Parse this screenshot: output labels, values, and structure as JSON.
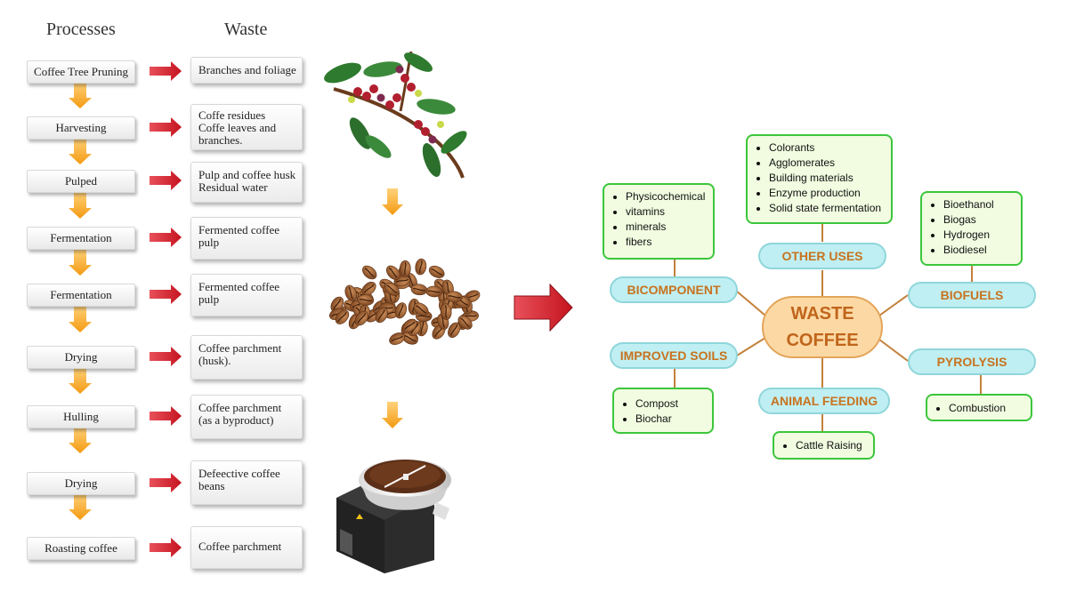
{
  "headers": {
    "processes": "Processes",
    "waste": "Waste"
  },
  "processes": [
    "Coffee Tree Pruning",
    "Harvesting",
    "Pulped",
    "Fermentation",
    "Fermentation",
    "Drying",
    "Hulling",
    "Drying",
    "Roasting coffee"
  ],
  "wastes": [
    [
      "Branches and foliage"
    ],
    [
      "Coffe residues",
      "Coffe leaves and",
      "branches."
    ],
    [
      "Pulp and coffee husk",
      "Residual water"
    ],
    [
      "Fermented coffee",
      "pulp"
    ],
    [
      "Fermented coffee",
      "pulp"
    ],
    [
      "Coffee parchment",
      "(husk)."
    ],
    [
      "Coffee parchment",
      "(as a byproduct)"
    ],
    [
      "Defeective coffee",
      "beans"
    ],
    [
      "Coffee parchment"
    ]
  ],
  "mindmap": {
    "center": [
      "WASTE",
      "COFFEE"
    ],
    "branches": {
      "bicomponent": {
        "label": "BICOMPONENT",
        "items": [
          "Physicochemical",
          "vitamins",
          "minerals",
          "fibers"
        ]
      },
      "other_uses": {
        "label": "OTHER USES",
        "items": [
          "Colorants",
          "Agglomerates",
          "Building materials",
          "Enzyme production",
          "Solid state fermentation"
        ]
      },
      "biofuels": {
        "label": "BIOFUELS",
        "items": [
          "Bioethanol",
          "Biogas",
          "Hydrogen",
          "Biodiesel"
        ]
      },
      "improved_soils": {
        "label": "IMPROVED SOILS",
        "items": [
          "Compost",
          "Biochar"
        ]
      },
      "animal_feeding": {
        "label": "ANIMAL FEEDING",
        "items": [
          "Cattle Raising"
        ]
      },
      "pyrolysis": {
        "label": "PYROLYSIS",
        "items": [
          "Combustion"
        ]
      }
    }
  },
  "colors": {
    "flow_arrow": "#f6a51d",
    "red_arrow": "#d9232e",
    "node_fill": "#bfeff2",
    "node_text": "#c8731f",
    "box_border": "#3cc63c",
    "center_fill": "#fcd9a4",
    "connector": "#c4803a"
  },
  "illustrations": [
    "coffee-branch-illustration",
    "coffee-beans-illustration",
    "coffee-roaster-illustration"
  ]
}
